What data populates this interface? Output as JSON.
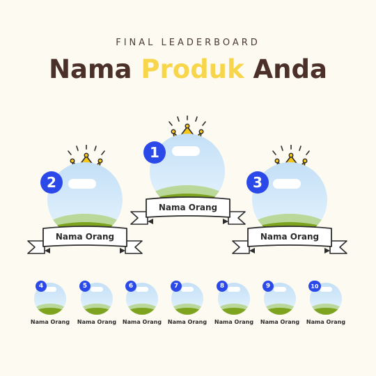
{
  "header": {
    "subtitle": "FINAL LEADERBOARD",
    "title_part1": "Nama ",
    "title_highlight": "Produk",
    "title_part2": " Anda"
  },
  "colors": {
    "background": "#fdfaf1",
    "title": "#4a3028",
    "highlight": "#f8d64b",
    "badge": "#2a49e8",
    "crown": "#f5c518"
  },
  "podium": [
    {
      "rank": "1",
      "name": "Nama Orang"
    },
    {
      "rank": "2",
      "name": "Nama Orang"
    },
    {
      "rank": "3",
      "name": "Nama Orang"
    }
  ],
  "runners_up": [
    {
      "rank": "4",
      "name": "Nama Orang"
    },
    {
      "rank": "5",
      "name": "Nama Orang"
    },
    {
      "rank": "6",
      "name": "Nama Orang"
    },
    {
      "rank": "7",
      "name": "Nama Orang"
    },
    {
      "rank": "8",
      "name": "Nama Orang"
    },
    {
      "rank": "9",
      "name": "Nama Orang"
    },
    {
      "rank": "10",
      "name": "Nama Orang"
    }
  ]
}
